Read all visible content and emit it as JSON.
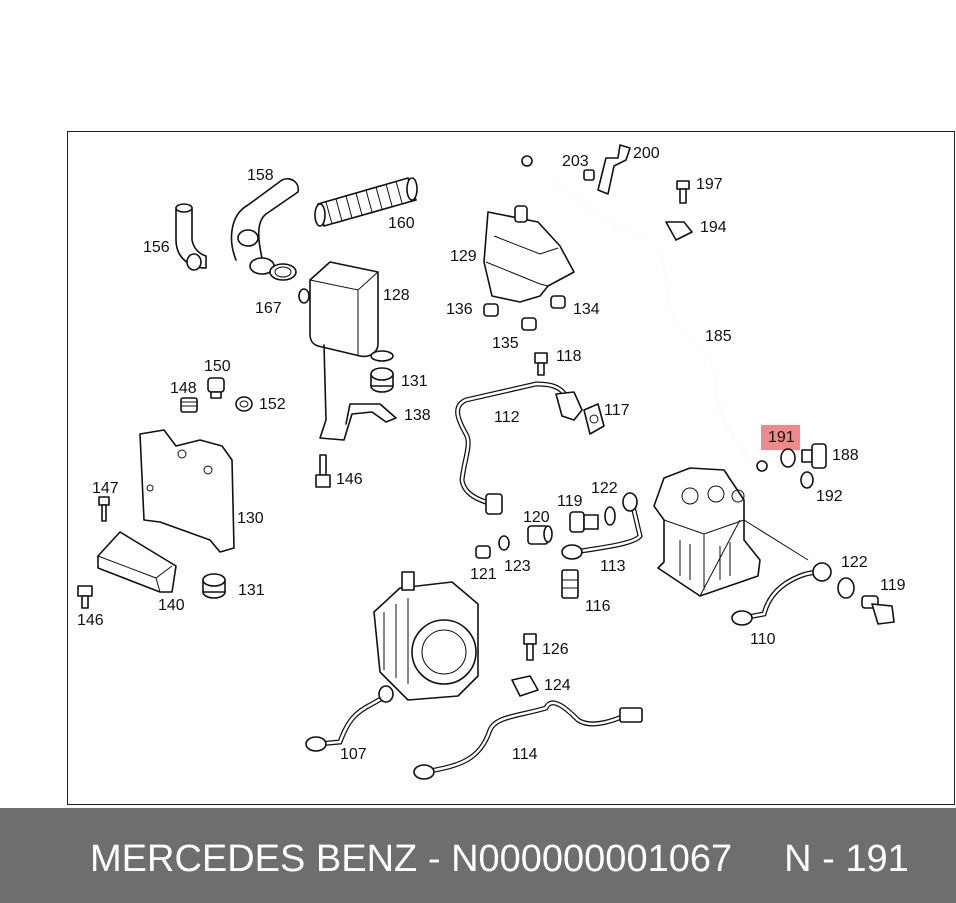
{
  "footer": {
    "brand": "MERCEDES BENZ",
    "separator": " - ",
    "part_number": "N000000001067",
    "ref_prefix": "N - ",
    "ref_number": "191"
  },
  "highlight": {
    "label": "191",
    "color": "#f08a8a"
  },
  "callouts": {
    "c200": "200",
    "c203": "203",
    "c197": "197",
    "c194": "194",
    "c158": "158",
    "c160": "160",
    "c156": "156",
    "c167": "167",
    "c128": "128",
    "c129": "129",
    "c136": "136",
    "c134": "134",
    "c135": "135",
    "c185": "185",
    "c150": "150",
    "c148": "148",
    "c152": "152",
    "c131a": "131",
    "c138": "138",
    "c118": "118",
    "c112": "112",
    "c117": "117",
    "c188": "188",
    "c192": "192",
    "c147": "147",
    "c130": "130",
    "c146a": "146",
    "c119a": "119",
    "c122a": "122",
    "c120": "120",
    "c121": "121",
    "c123": "123",
    "c113": "113",
    "c116": "116",
    "c122b": "122",
    "c119b": "119",
    "c140": "140",
    "c131b": "131",
    "c146b": "146",
    "c110": "110",
    "c126": "126",
    "c124": "124",
    "c107": "107",
    "c114": "114"
  },
  "colors": {
    "footer_bg": "#6e6e6e",
    "footer_text": "#ffffff",
    "line": "#111111"
  }
}
